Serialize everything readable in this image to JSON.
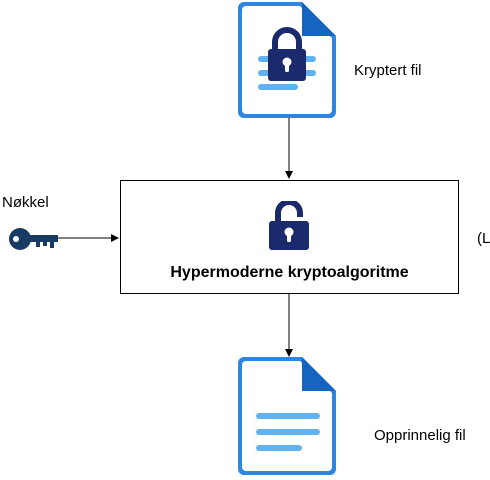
{
  "top_file": {
    "label": "Kryptert fil",
    "icon": "encrypted-file-icon"
  },
  "key": {
    "label": "Nøkkel",
    "icon": "key-icon"
  },
  "algorithm_box": {
    "title": "Hypermoderne kryptoalgoritme",
    "icon": "open-lock-icon"
  },
  "bottom_file": {
    "label": "Opprinnelig fil",
    "icon": "document-icon"
  },
  "right_partial_text": "(L",
  "colors": {
    "doc_blue": "#2e86de",
    "doc_light": "#5fb1f0",
    "doc_fold": "#1565c0",
    "lock_navy": "#1a2a6c",
    "key_navy": "#173b63",
    "line": "#000000"
  }
}
